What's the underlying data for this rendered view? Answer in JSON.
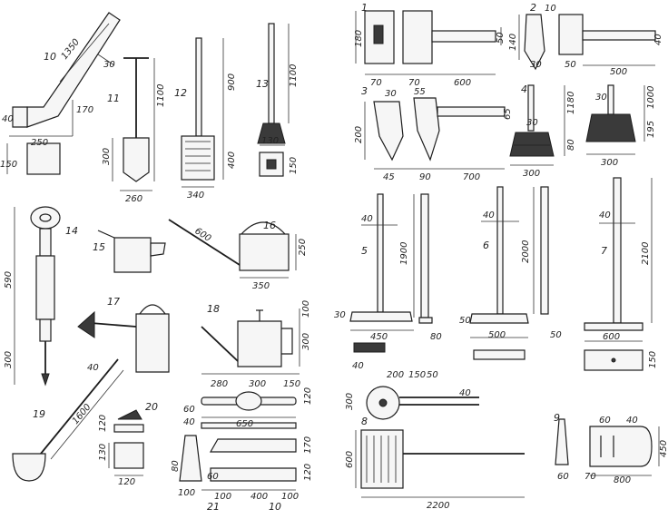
{
  "numbers": {
    "n1": "1",
    "n2": "2",
    "n3": "3",
    "n4": "4",
    "n5": "5",
    "n6": "6",
    "n7": "7",
    "n8": "8",
    "n9": "9",
    "n10": "10",
    "n11": "11",
    "n12": "12",
    "n13": "13",
    "n14": "14",
    "n15": "15",
    "n16": "16",
    "n17": "17",
    "n18": "18",
    "n19": "19",
    "n20": "20",
    "n21": "21"
  },
  "dims": {
    "d1350": "1350",
    "d30a": "30",
    "d40a": "40",
    "d170a": "170",
    "d250": "250",
    "d150a": "150",
    "d1100a": "1100",
    "d300a": "300",
    "d260": "260",
    "d900": "900",
    "d400a": "400",
    "d340": "340",
    "d1100b": "1100",
    "d130": "130",
    "d150b": "150",
    "d590": "590",
    "d300b": "300",
    "d600a": "600",
    "d250b": "250",
    "d350": "350",
    "d100a": "100",
    "d300c": "300",
    "d280": "280",
    "d300d": "300",
    "d150c": "150",
    "d1600": "1600",
    "d40b": "40",
    "d60": "60",
    "d40c": "40",
    "d650": "650",
    "d120a": "120",
    "d100b": "100",
    "d130b": "130",
    "d120b": "120",
    "d170b": "170",
    "d80a": "80",
    "d60b": "60",
    "d100c": "100",
    "d400b": "400",
    "d100d": "100",
    "d120c": "120",
    "d120d": "120",
    "d10a": "10",
    "d180": "180",
    "d70a": "70",
    "d70b": "70",
    "d600b": "600",
    "d50a": "50",
    "d10b": "10",
    "d140": "140",
    "d30b": "30",
    "d50b": "50",
    "d500": "500",
    "d40d": "40",
    "d30c": "30",
    "d55": "55",
    "d200a": "200",
    "d45": "45",
    "d90": "90",
    "d700": "700",
    "d65": "65",
    "d1180": "1180",
    "d30d": "30",
    "d30e": "30",
    "d1000": "1000",
    "d80b": "80",
    "d195": "195",
    "d300e": "300",
    "d300f": "300",
    "d40e": "40",
    "d1900": "1900",
    "d30f": "30",
    "d450a": "450",
    "d80c": "80",
    "d40f": "40",
    "d2000": "2000",
    "d50c": "50",
    "d500b": "500",
    "d50d": "50",
    "d40g": "40",
    "d2100": "2100",
    "d600c": "600",
    "d150d": "150",
    "d40h": "40",
    "d200b": "200",
    "d150e": "150",
    "d50e": "50",
    "d300g": "300",
    "d40i": "40",
    "d600d": "600",
    "d2200": "2200",
    "d60c": "60",
    "d40j": "40",
    "d450b": "450",
    "d60d": "60",
    "d70c": "70",
    "d800": "800"
  }
}
